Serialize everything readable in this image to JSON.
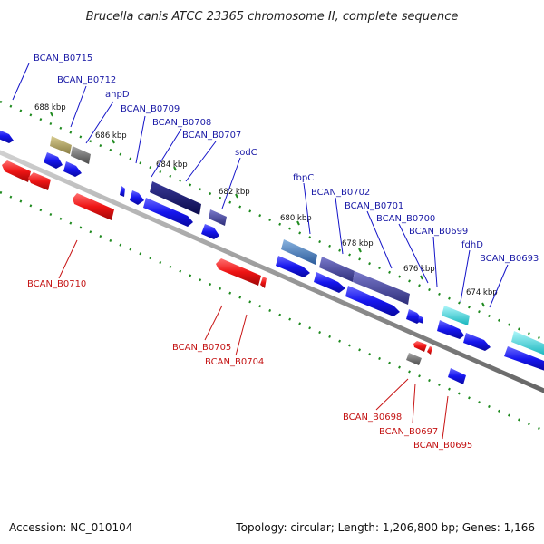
{
  "title": "Brucella canis ATCC 23365 chromosome II, complete sequence",
  "footer": {
    "accession": "Accession: NC_010104",
    "topology": "Topology: circular; Length: 1,206,800 bp; Genes: 1,166"
  },
  "ticks": [
    "688 kbp",
    "686 kbp",
    "684 kbp",
    "682 kbp",
    "680 kbp",
    "678 kbp",
    "676 kbp",
    "674 kbp"
  ],
  "forward_labels": [
    "BCAN_B0715",
    "BCAN_B0712",
    "ahpD",
    "BCAN_B0709",
    "BCAN_B0708",
    "BCAN_B0707",
    "sodC",
    "fbpC",
    "BCAN_B0702",
    "BCAN_B0701",
    "BCAN_B0700",
    "BCAN_B0699",
    "fdhD",
    "BCAN_B0693"
  ],
  "reverse_labels": [
    "BCAN_B0710",
    "BCAN_B0705",
    "BCAN_B0704",
    "BCAN_B0698",
    "BCAN_B0697",
    "BCAN_B0695"
  ],
  "colors": {
    "forward_label": "#1a1aa6",
    "reverse_label": "#c41414",
    "forward_gene": "#1414e6",
    "reverse_gene": "#e61414",
    "backbone": "#8a8a8a",
    "ticks": "#1f8a1f",
    "dark_navy": "#1a1a6e",
    "slate": "#4a4a9a",
    "olive": "#b5a96a",
    "grey": "#7a7a7a",
    "steel": "#4a7ab5",
    "cyan": "#2ad4dc"
  }
}
